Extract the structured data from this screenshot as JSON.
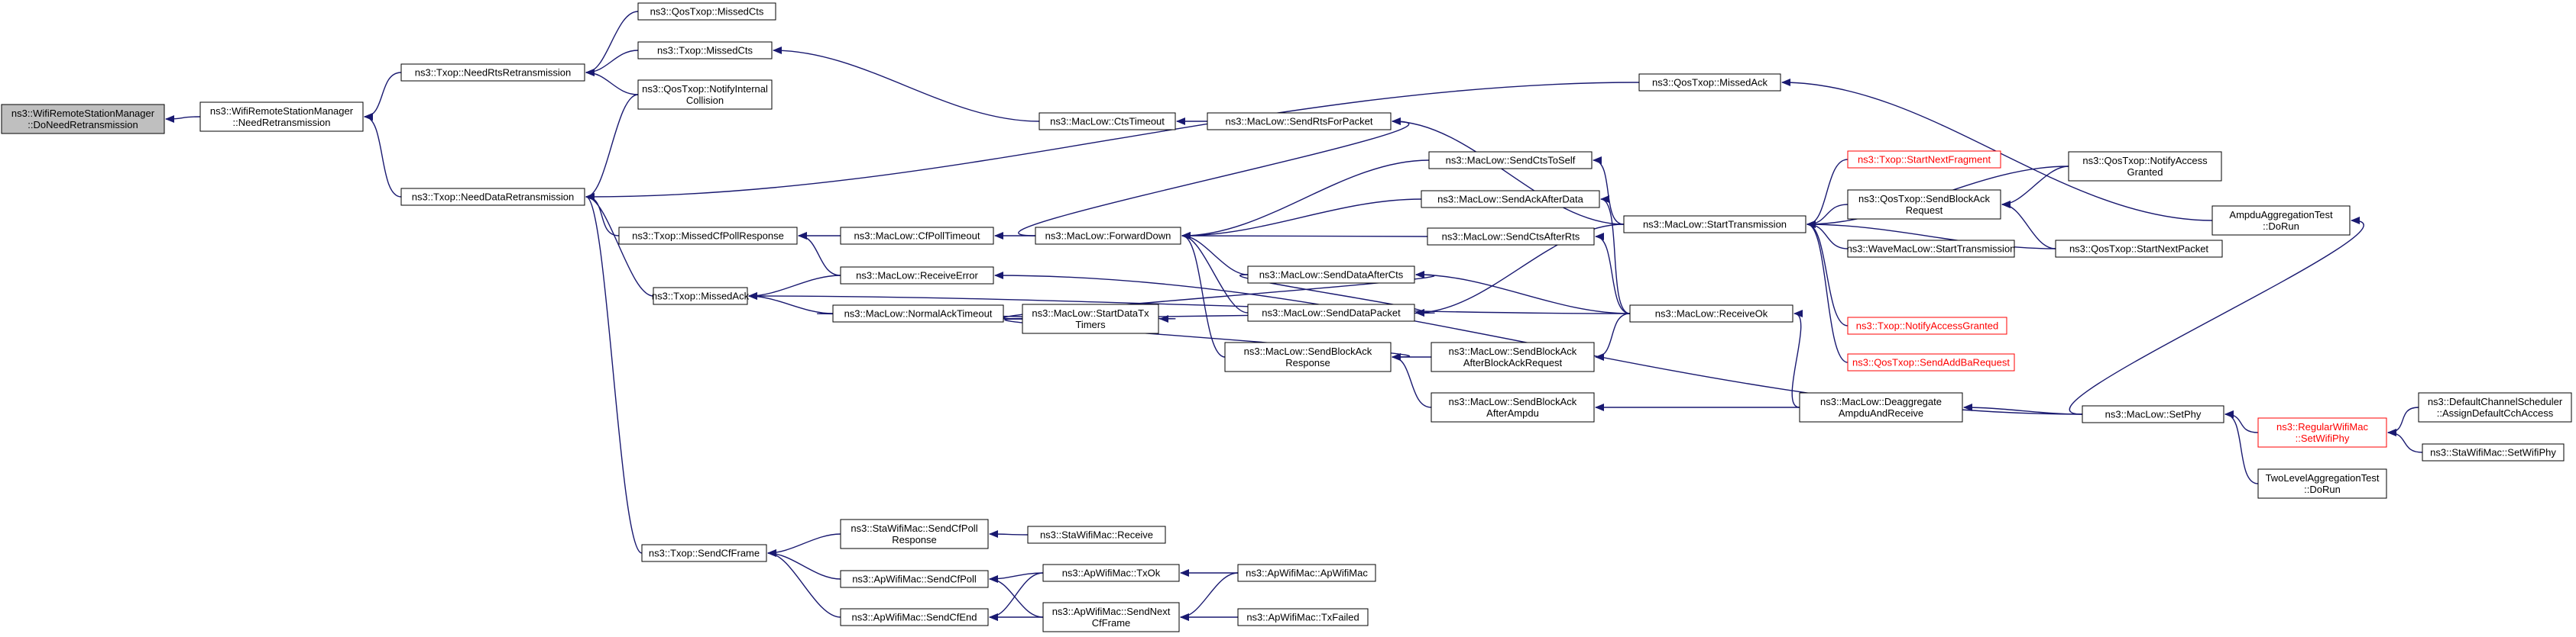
{
  "colors": {
    "edge": "#191970",
    "root_fill": "#bfbfbf",
    "node_fill": "#ffffff",
    "border": "#000000",
    "unresolved": "#ff0000"
  },
  "nodes": [
    {
      "id": "n0",
      "lines": [
        "ns3::WifiRemoteStationManager",
        "::DoNeedRetransmission"
      ]
    },
    {
      "id": "n1",
      "lines": [
        "ns3::WifiRemoteStationManager",
        "::NeedRetransmission"
      ]
    },
    {
      "id": "n2",
      "lines": [
        "ns3::Txop::NeedRtsRetransmission"
      ]
    },
    {
      "id": "n3",
      "lines": [
        "ns3::Txop::NeedDataRetransmission"
      ]
    },
    {
      "id": "n4",
      "lines": [
        "ns3::QosTxop::MissedCts"
      ]
    },
    {
      "id": "n5",
      "lines": [
        "ns3::Txop::MissedCts"
      ]
    },
    {
      "id": "n6",
      "lines": [
        "ns3::QosTxop::NotifyInternal",
        "Collision"
      ]
    },
    {
      "id": "n7",
      "lines": [
        "ns3::MacLow::CtsTimeout"
      ]
    },
    {
      "id": "n8",
      "lines": [
        "ns3::MacLow::SendRtsForPacket"
      ]
    },
    {
      "id": "n9",
      "lines": [
        "ns3::QosTxop::MissedAck"
      ]
    },
    {
      "id": "n10",
      "lines": [
        "ns3::Txop::MissedCfPollResponse"
      ]
    },
    {
      "id": "n11",
      "lines": [
        "ns3::MacLow::CfPollTimeout"
      ]
    },
    {
      "id": "n12",
      "lines": [
        "ns3::MacLow::ForwardDown"
      ]
    },
    {
      "id": "n13",
      "lines": [
        "ns3::MacLow::SendCtsToSelf"
      ]
    },
    {
      "id": "n14",
      "lines": [
        "ns3::MacLow::SendAckAfterData"
      ]
    },
    {
      "id": "n15",
      "lines": [
        "ns3::MacLow::SendCtsAfterRts"
      ]
    },
    {
      "id": "n16",
      "lines": [
        "ns3::MacLow::SendDataAfterCts"
      ]
    },
    {
      "id": "n17",
      "lines": [
        "ns3::MacLow::SendDataPacket"
      ]
    },
    {
      "id": "n18",
      "lines": [
        "ns3::MacLow::SendBlockAck",
        "Response"
      ]
    },
    {
      "id": "n19",
      "lines": [
        "ns3::MacLow::StartDataTx",
        "Timers"
      ]
    },
    {
      "id": "n20",
      "lines": [
        "ns3::MacLow::ReceiveError"
      ]
    },
    {
      "id": "n21",
      "lines": [
        "ns3::MacLow::NormalAckTimeout"
      ]
    },
    {
      "id": "n22",
      "lines": [
        "ns3::Txop::MissedAck"
      ]
    },
    {
      "id": "n23",
      "lines": [
        "ns3::MacLow::SendBlockAck",
        "AfterBlockAckRequest"
      ]
    },
    {
      "id": "n24",
      "lines": [
        "ns3::MacLow::SendBlockAck",
        "AfterAmpdu"
      ]
    },
    {
      "id": "n25",
      "lines": [
        "ns3::MacLow::StartTransmission"
      ]
    },
    {
      "id": "n26",
      "lines": [
        "ns3::MacLow::ReceiveOk"
      ]
    },
    {
      "id": "n27",
      "lines": [
        "ns3::MacLow::Deaggregate",
        "AmpduAndReceive"
      ]
    },
    {
      "id": "n28",
      "lines": [
        "ns3::Txop::StartNextFragment"
      ],
      "red": true
    },
    {
      "id": "n29",
      "lines": [
        "ns3::QosTxop::SendBlockAck",
        "Request"
      ]
    },
    {
      "id": "n30",
      "lines": [
        "ns3::WaveMacLow::StartTransmission"
      ]
    },
    {
      "id": "n31",
      "lines": [
        "ns3::Txop::NotifyAccessGranted"
      ],
      "red": true
    },
    {
      "id": "n32",
      "lines": [
        "ns3::QosTxop::SendAddBaRequest"
      ],
      "red": true
    },
    {
      "id": "n33",
      "lines": [
        "ns3::QosTxop::NotifyAccess",
        "Granted"
      ]
    },
    {
      "id": "n34",
      "lines": [
        "ns3::QosTxop::StartNextPacket"
      ]
    },
    {
      "id": "n35",
      "lines": [
        "AmpduAggregationTest",
        "::DoRun"
      ]
    },
    {
      "id": "n36",
      "lines": [
        "ns3::MacLow::SetPhy"
      ]
    },
    {
      "id": "n37",
      "lines": [
        "ns3::RegularWifiMac",
        "::SetWifiPhy"
      ],
      "red": true
    },
    {
      "id": "n38",
      "lines": [
        "TwoLevelAggregationTest",
        "::DoRun"
      ]
    },
    {
      "id": "n39",
      "lines": [
        "ns3::DefaultChannelScheduler",
        "::AssignDefaultCchAccess"
      ]
    },
    {
      "id": "n40",
      "lines": [
        "ns3::StaWifiMac::SetWifiPhy"
      ]
    },
    {
      "id": "n41",
      "lines": [
        "ns3::Txop::SendCfFrame"
      ]
    },
    {
      "id": "n42",
      "lines": [
        "ns3::StaWifiMac::SendCfPoll",
        "Response"
      ]
    },
    {
      "id": "n43",
      "lines": [
        "ns3::StaWifiMac::Receive"
      ]
    },
    {
      "id": "n44",
      "lines": [
        "ns3::ApWifiMac::SendCfPoll"
      ]
    },
    {
      "id": "n45",
      "lines": [
        "ns3::ApWifiMac::SendCfEnd"
      ]
    },
    {
      "id": "n46",
      "lines": [
        "ns3::ApWifiMac::TxOk"
      ]
    },
    {
      "id": "n47",
      "lines": [
        "ns3::ApWifiMac::SendNext",
        "CfFrame"
      ]
    },
    {
      "id": "n48",
      "lines": [
        "ns3::ApWifiMac::ApWifiMac"
      ]
    },
    {
      "id": "n49",
      "lines": [
        "ns3::ApWifiMac::TxFailed"
      ]
    }
  ],
  "edges": [
    [
      "n1",
      "n0"
    ],
    [
      "n2",
      "n1"
    ],
    [
      "n3",
      "n1"
    ],
    [
      "n4",
      "n2"
    ],
    [
      "n5",
      "n2"
    ],
    [
      "n6",
      "n2"
    ],
    [
      "n6",
      "n3"
    ],
    [
      "n9",
      "n3"
    ],
    [
      "n10",
      "n3"
    ],
    [
      "n22",
      "n3"
    ],
    [
      "n41",
      "n3"
    ],
    [
      "n7",
      "n5"
    ],
    [
      "n8",
      "n7"
    ],
    [
      "n12",
      "n8"
    ],
    [
      "n25",
      "n8"
    ],
    [
      "n35",
      "n9"
    ],
    [
      "n11",
      "n10"
    ],
    [
      "n20",
      "n10"
    ],
    [
      "n12",
      "n11"
    ],
    [
      "n13",
      "n12"
    ],
    [
      "n14",
      "n12"
    ],
    [
      "n15",
      "n12"
    ],
    [
      "n16",
      "n12"
    ],
    [
      "n17",
      "n12"
    ],
    [
      "n18",
      "n12"
    ],
    [
      "n25",
      "n13"
    ],
    [
      "n26",
      "n14"
    ],
    [
      "n26",
      "n15"
    ],
    [
      "n26",
      "n16"
    ],
    [
      "n16",
      "n17"
    ],
    [
      "n19",
      "n17"
    ],
    [
      "n25",
      "n17"
    ],
    [
      "n19",
      "n16"
    ],
    [
      "n19",
      "n18"
    ],
    [
      "n23",
      "n18"
    ],
    [
      "n24",
      "n18"
    ],
    [
      "n26",
      "n23"
    ],
    [
      "n27",
      "n24"
    ],
    [
      "n21",
      "n19"
    ],
    [
      "n20",
      "n22"
    ],
    [
      "n21",
      "n22"
    ],
    [
      "n26",
      "n22"
    ],
    [
      "n36",
      "n20"
    ],
    [
      "n28",
      "n25"
    ],
    [
      "n29",
      "n25"
    ],
    [
      "n30",
      "n25"
    ],
    [
      "n31",
      "n25"
    ],
    [
      "n32",
      "n25"
    ],
    [
      "n33",
      "n25"
    ],
    [
      "n34",
      "n25"
    ],
    [
      "n33",
      "n29"
    ],
    [
      "n34",
      "n29"
    ],
    [
      "n27",
      "n26"
    ],
    [
      "n36",
      "n27"
    ],
    [
      "n36",
      "n35"
    ],
    [
      "n37",
      "n36"
    ],
    [
      "n38",
      "n36"
    ],
    [
      "n39",
      "n37"
    ],
    [
      "n40",
      "n37"
    ],
    [
      "n42",
      "n41"
    ],
    [
      "n44",
      "n41"
    ],
    [
      "n45",
      "n41"
    ],
    [
      "n43",
      "n42"
    ],
    [
      "n46",
      "n44"
    ],
    [
      "n47",
      "n44"
    ],
    [
      "n46",
      "n45"
    ],
    [
      "n47",
      "n45"
    ],
    [
      "n48",
      "n46"
    ],
    [
      "n48",
      "n47"
    ],
    [
      "n49",
      "n47"
    ]
  ]
}
